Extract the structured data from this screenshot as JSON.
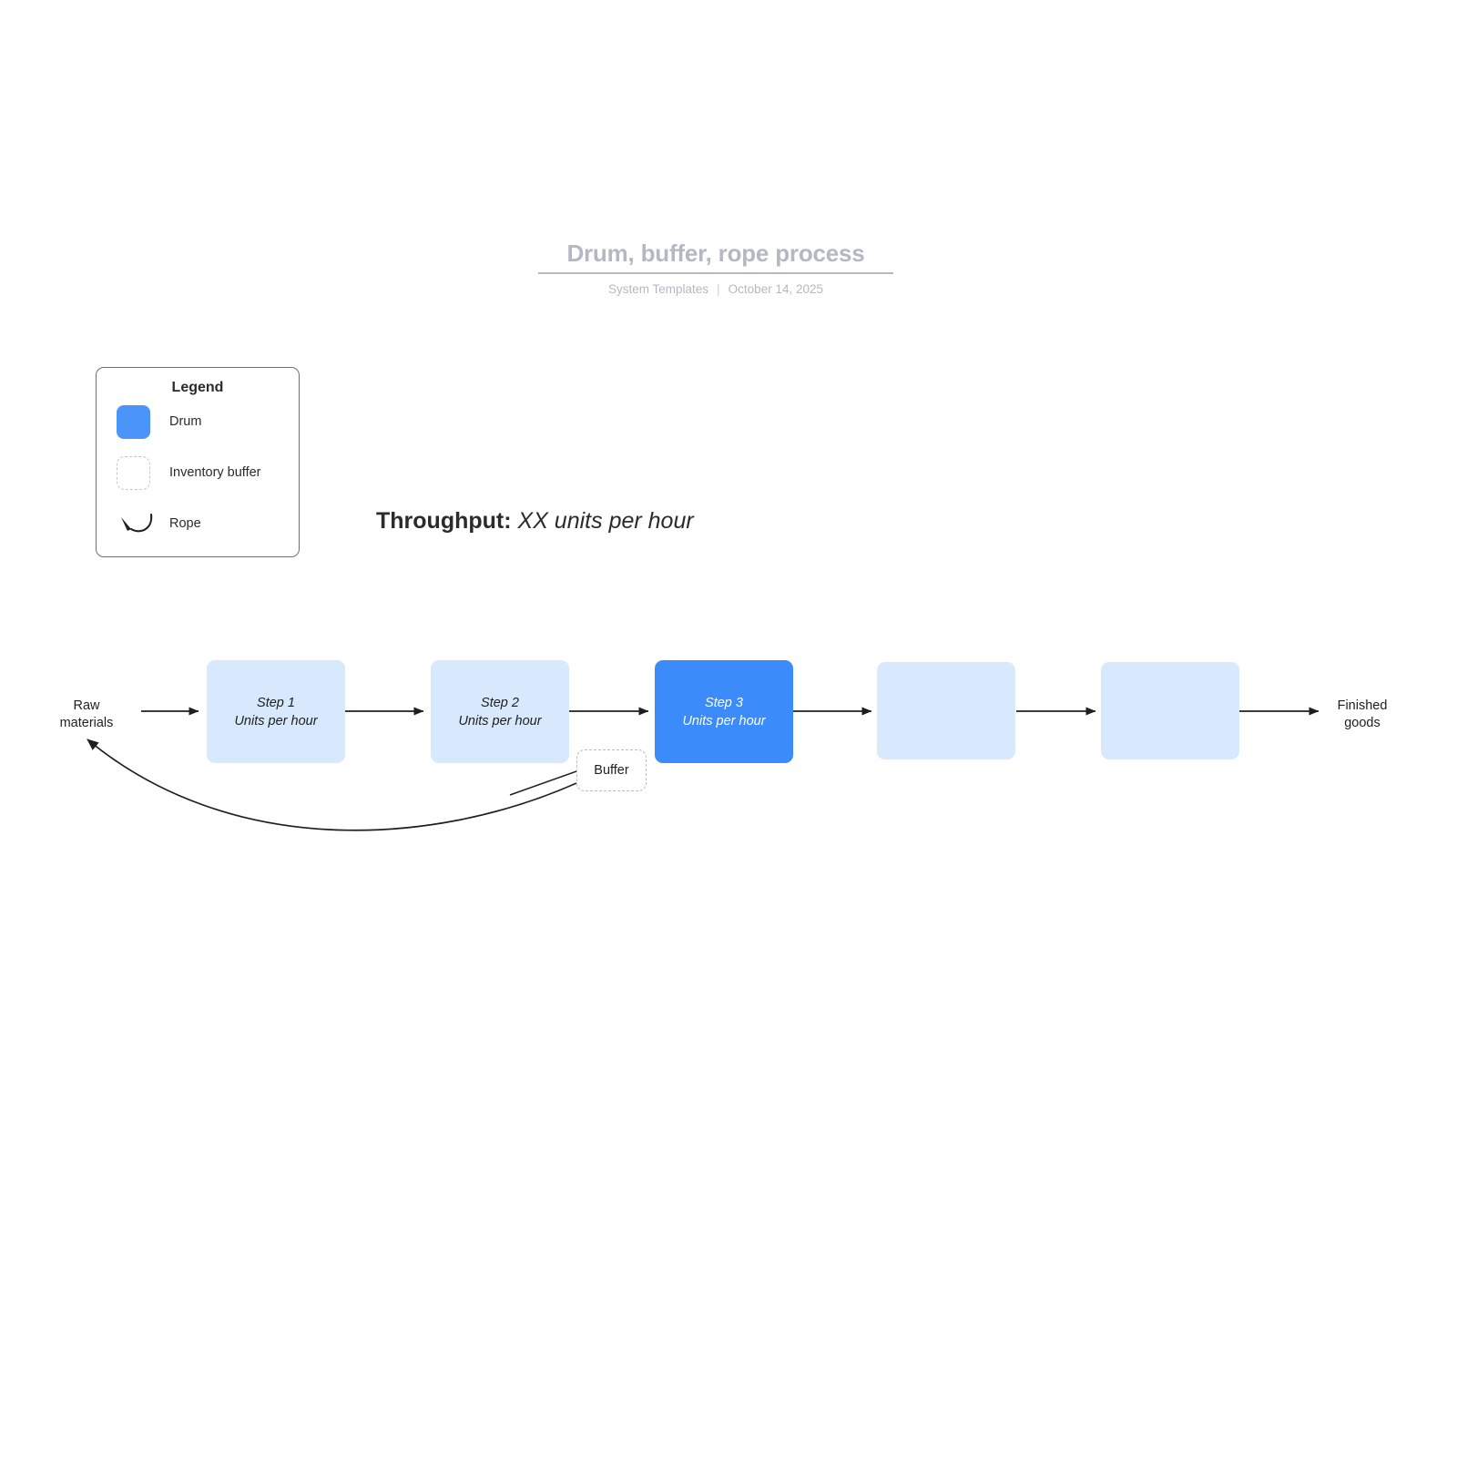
{
  "header": {
    "title": "Drum, buffer, rope process",
    "author": "System Templates",
    "separator": "|",
    "date": "October 14, 2025"
  },
  "legend": {
    "title": "Legend",
    "items": [
      {
        "label": "Drum",
        "icon": "filled-square-icon",
        "color": "#4a94fa"
      },
      {
        "label": "Inventory buffer",
        "icon": "dashed-square-icon",
        "color": "#c2c5cb"
      },
      {
        "label": "Rope",
        "icon": "curved-arrow-icon",
        "color": "#1f1f1f"
      }
    ]
  },
  "throughput": {
    "label": "Throughput:",
    "value": "XX units per hour"
  },
  "flow": {
    "start_label": "Raw\nmaterials",
    "start_label_line1": "Raw",
    "start_label_line2": "materials",
    "end_label_line1": "Finished",
    "end_label_line2": "goods",
    "buffer_label": "Buffer",
    "steps": [
      {
        "id": "step-1",
        "line1": "Step 1",
        "line2": "Units per hour",
        "type": "normal",
        "color": "#d8e8fd"
      },
      {
        "id": "step-2",
        "line1": "Step 2",
        "line2": "Units per hour",
        "type": "normal",
        "color": "#d8e8fd"
      },
      {
        "id": "step-3",
        "line1": "Step 3",
        "line2": "Units per hour",
        "type": "drum",
        "color": "#3b8cfa"
      },
      {
        "id": "step-4",
        "line1": "",
        "line2": "",
        "type": "normal",
        "color": "#d8e8fd"
      },
      {
        "id": "step-5",
        "line1": "",
        "line2": "",
        "type": "normal",
        "color": "#d8e8fd"
      }
    ]
  },
  "colors": {
    "drum": "#3b8cfa",
    "step_fill": "#d8e8fd",
    "title_gray": "#b4b8c2",
    "line": "#1f1f1f"
  }
}
